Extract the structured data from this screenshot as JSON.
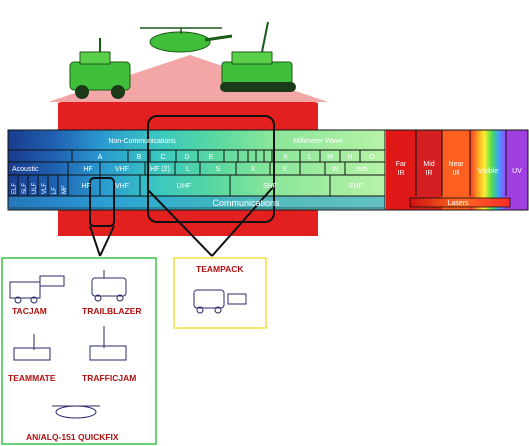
{
  "colors": {
    "spectrum_frame": "#111111",
    "red_plate": "#e32020",
    "pink_triangle": "#f3a6a6",
    "green_box": "#39c24a",
    "yellow_box": "#f0e040",
    "system_label": "#b01010",
    "vehicle": "#3fbf3a"
  },
  "spectrum": {
    "group_labels": {
      "non_comm": "Non-Communications",
      "mmw": "Millimeter Wave",
      "comm": "Communications",
      "lasers": "Lasers"
    },
    "band_row1": [
      "A",
      "B",
      "C",
      "D",
      "E",
      "K",
      "L",
      "M",
      "N",
      "O"
    ],
    "band_row2": {
      "acoustic": "Acoustic",
      "hf": "HF",
      "vhf": "VHF",
      "hf2": "HF (2)",
      "l": "L",
      "s": "S",
      "x": "X",
      "k": "K",
      "w": "W",
      "mm": "mm"
    },
    "low_bands": [
      "ELF",
      "SLF",
      "ULF",
      "VLF",
      "LF",
      "MF"
    ],
    "comm_row": {
      "hf": "HF",
      "vhf": "VHF",
      "uhf": "UHF",
      "shf": "SHF",
      "ehf": "EHF"
    },
    "ir": {
      "far_1": "Far",
      "far_2": "IR",
      "mid_1": "Mid",
      "mid_2": "IR",
      "near_1": "Near",
      "near_2": "IR",
      "visible": "Visible",
      "uv": "UV"
    }
  },
  "systems": {
    "tacjam": "TACJAM",
    "trailblazer": "TRAILBLAZER",
    "teammate": "TEAMMATE",
    "trafficjam": "TRAFFICJAM",
    "quickfix": "AN/ALQ-151  QUICKFIX",
    "teampack": "TEAMPACK"
  }
}
